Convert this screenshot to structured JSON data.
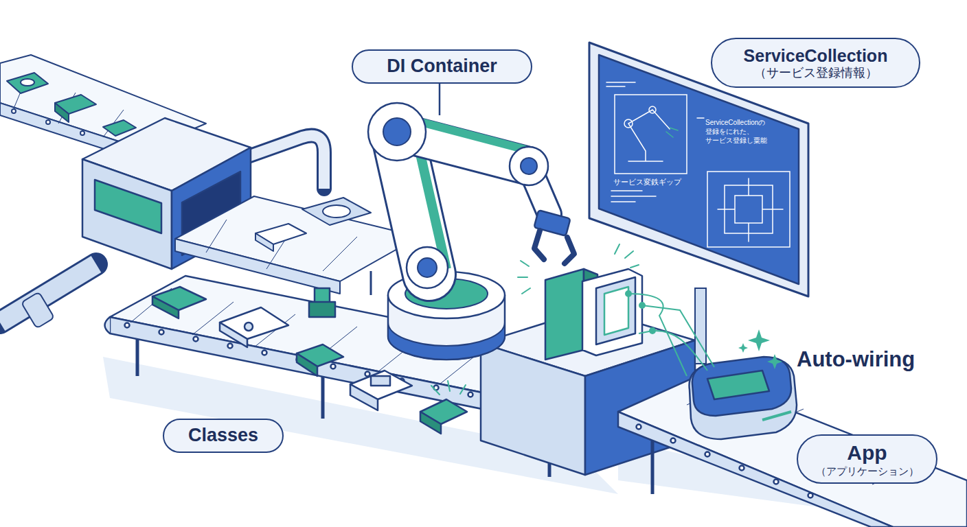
{
  "diagram": {
    "nodes": [
      {
        "text": [
          "DI Container"
        ]
      },
      {
        "text": [
          "ServiceCollection",
          "（サービス登録情報）"
        ]
      },
      {
        "text": [
          "ServiceCollectionの 登録をにれた、 サービス登録し粟能",
          "サービス変鉄ギップ"
        ]
      },
      {
        "text": [
          "Classes"
        ]
      },
      {
        "text": [
          "App",
          "（アプリケーション）"
        ]
      }
    ],
    "labels": [
      "Auto-wiring"
    ]
  }
}
